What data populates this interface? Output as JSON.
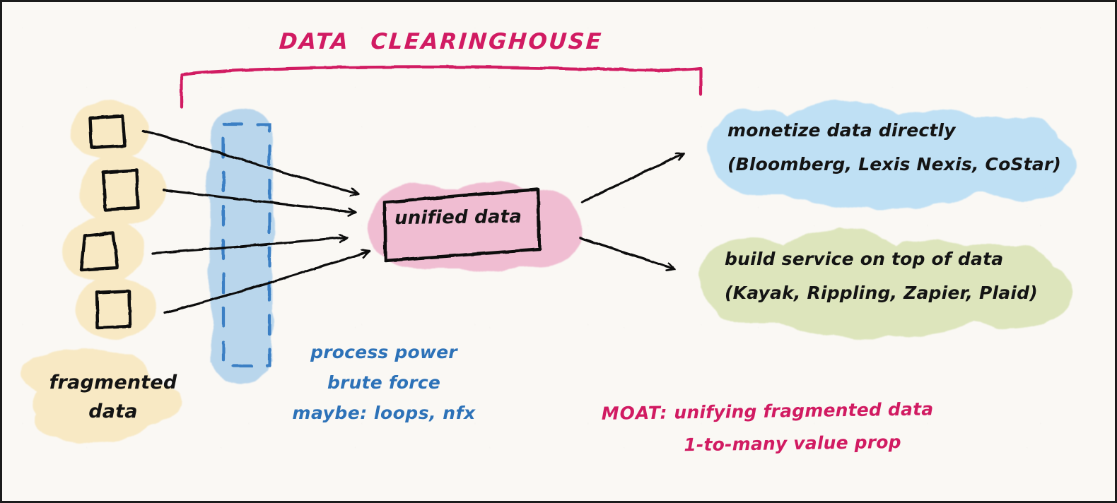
{
  "diagram": {
    "title": {
      "word1": "DATA",
      "word2": "CLEARINGHOUSE",
      "color": "#d11b62"
    },
    "inputs": {
      "label_line1": "fragmented",
      "label_line2": "data",
      "node_count": 4,
      "blob_color": "#f8e9c4"
    },
    "processing": {
      "blob_color": "#b9d6ec",
      "dash_color": "#3b7fc4",
      "notes_color": "#2d72b8",
      "note1": "process power",
      "note2": "brute force",
      "note3": "maybe: loops, nfx"
    },
    "center": {
      "box_label": "unified data",
      "blob_color": "#f0bdd2"
    },
    "outcomes": [
      {
        "line1": "monetize data directly",
        "line2": "(Bloomberg, Lexis Nexis, CoStar)",
        "blob_color": "#bfe0f4"
      },
      {
        "line1": "build service on top of data",
        "line2": "(Kayak, Rippling, Zapier, Plaid)",
        "blob_color": "#dde5bc"
      }
    ],
    "moat": {
      "key": "MOAT:",
      "line1": "unifying fragmented data",
      "line2": "1-to-many value prop",
      "color": "#d11b62"
    }
  }
}
